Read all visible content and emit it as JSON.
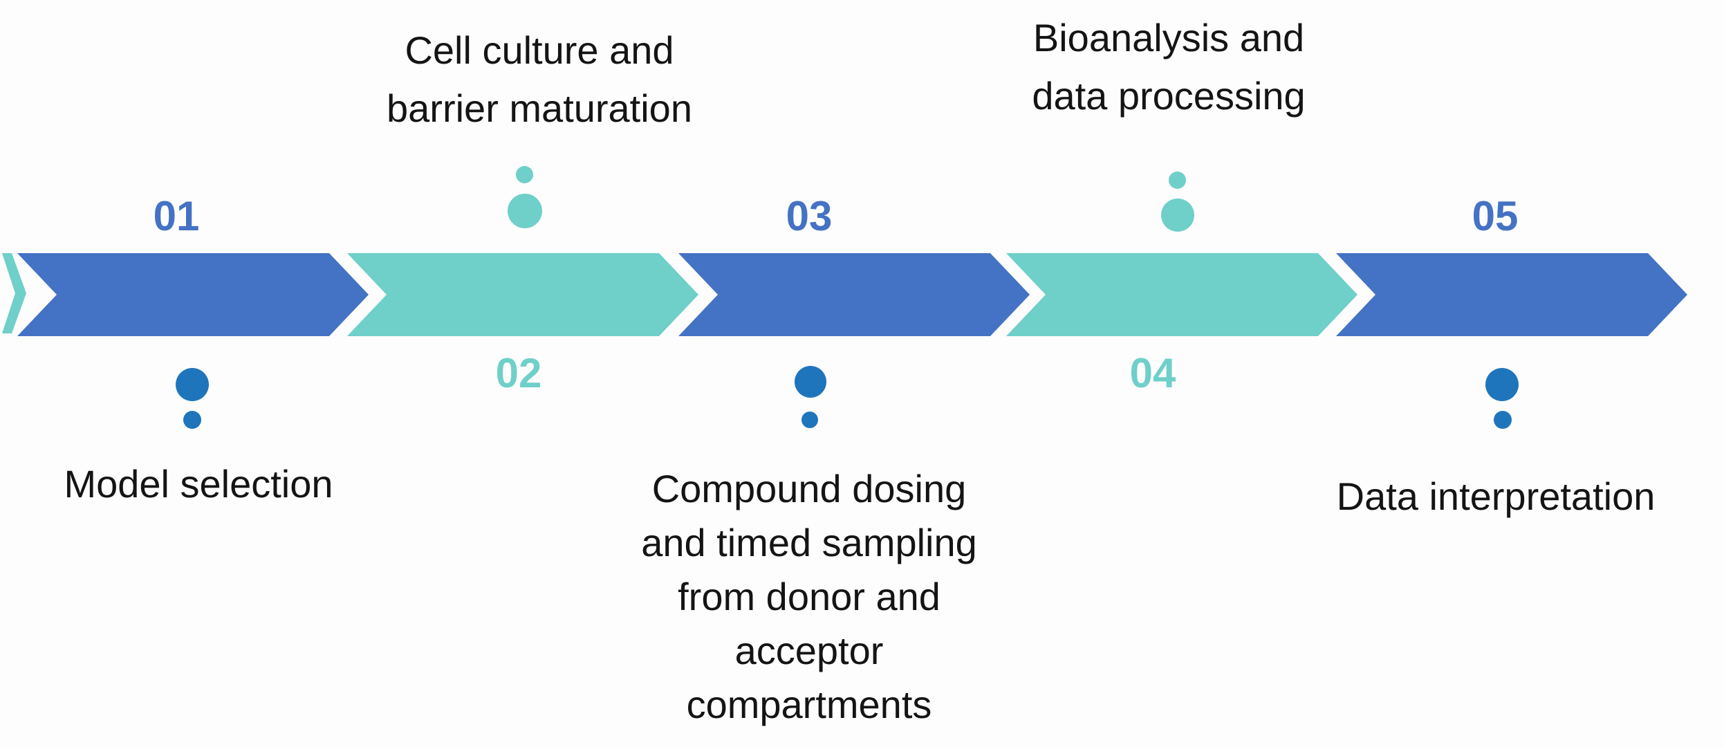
{
  "diagram_type": "process-timeline",
  "steps": [
    {
      "number": "01",
      "label": "Model selection",
      "theme": "blue",
      "label_position": "below"
    },
    {
      "number": "02",
      "label": "Cell culture and\nbarrier maturation",
      "theme": "teal",
      "label_position": "above"
    },
    {
      "number": "03",
      "label": "Compound dosing\nand timed sampling\nfrom donor and\nacceptor\ncompartments",
      "theme": "blue",
      "label_position": "below"
    },
    {
      "number": "04",
      "label": "Bioanalysis and\ndata processing",
      "theme": "teal",
      "label_position": "above"
    },
    {
      "number": "05",
      "label": "Data interpretation",
      "theme": "blue",
      "label_position": "below"
    }
  ],
  "colors": {
    "blue": "#4472C4",
    "teal": "#6FCFC9",
    "dot_blue": "#1F75BC",
    "text": "#141414",
    "bg": "#FDFDFD"
  }
}
